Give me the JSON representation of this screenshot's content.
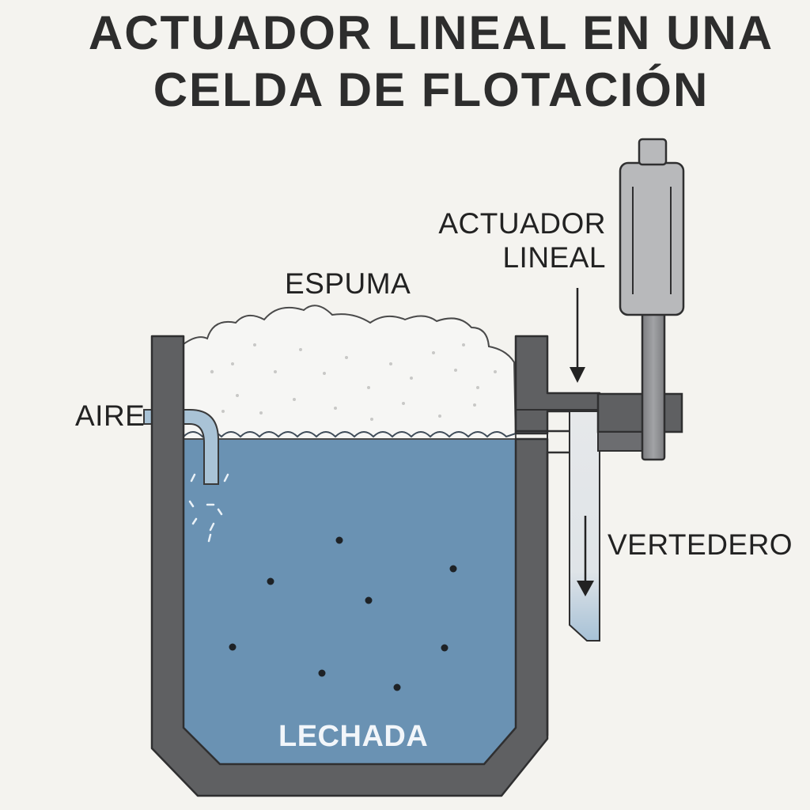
{
  "title": {
    "line1": "ACTUADOR LINEAL EN UNA",
    "line2": "CELDA DE FLOTACIÓN"
  },
  "labels": {
    "actuator_line1": "ACTUADOR",
    "actuator_line2": "LINEAL",
    "foam": "ESPUMA",
    "air": "AIRE",
    "weir": "VERTEDERO",
    "slurry": "LECHADA"
  },
  "colors": {
    "background": "#f4f3ef",
    "tank_wall": "#5f6062",
    "slurry": "#6a92b3",
    "foam": "#f6f6f4",
    "actuator_body": "#b8b9bb",
    "air_pipe": "#a9c3d6"
  }
}
